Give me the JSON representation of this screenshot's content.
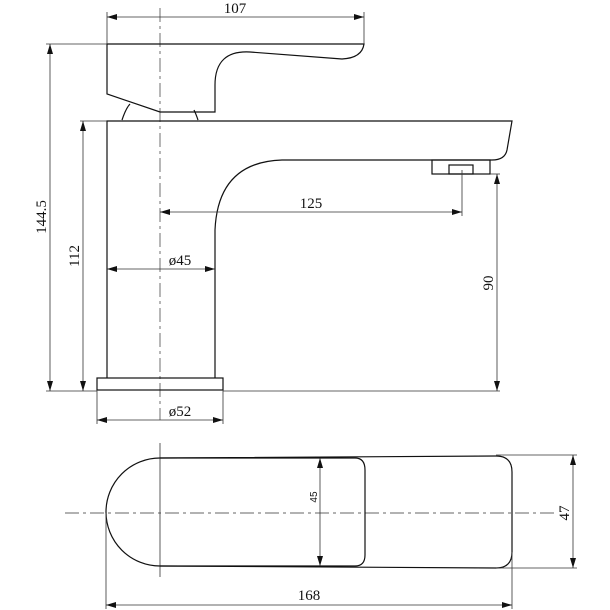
{
  "drawing": {
    "side_view": {
      "dimensions": {
        "handle_length": "107",
        "total_height": "144.5",
        "body_height": "112",
        "spout_reach": "125",
        "body_diameter": "ø45",
        "spout_height": "90",
        "base_diameter": "ø52"
      }
    },
    "top_view": {
      "dimensions": {
        "handle_width": "45",
        "body_width": "47",
        "total_length": "168"
      }
    },
    "line_color": "#111111"
  }
}
